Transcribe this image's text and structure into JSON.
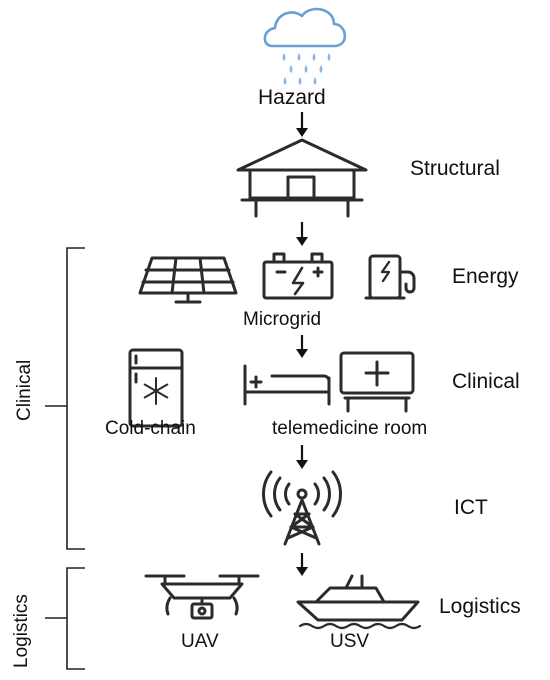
{
  "labels": {
    "hazard": "Hazard",
    "structural": "Structural",
    "energy": "Energy",
    "microgrid": "Microgrid",
    "clinical_right": "Clinical",
    "cold_chain": "Cold-chain",
    "telemedicine": "telemedicine room",
    "ict": "ICT",
    "logistics_right": "Logistics",
    "uav": "UAV",
    "usv": "USV"
  },
  "brackets": {
    "clinical": "Clinical",
    "logistics": "Logistics"
  },
  "icons": {
    "cloud": "rain-cloud-icon",
    "building": "building-icon",
    "solar": "solar-panel-icon",
    "battery": "battery-icon",
    "charger": "charging-station-icon",
    "fridge": "refrigerator-icon",
    "bed": "hospital-bed-icon",
    "monitor": "medical-monitor-icon",
    "tower": "radio-tower-icon",
    "drone": "drone-icon",
    "boat": "boat-icon"
  },
  "colors": {
    "rain_cloud": "#6a9fd4",
    "icon_stroke": "#2b2b2b",
    "text": "#111111"
  }
}
